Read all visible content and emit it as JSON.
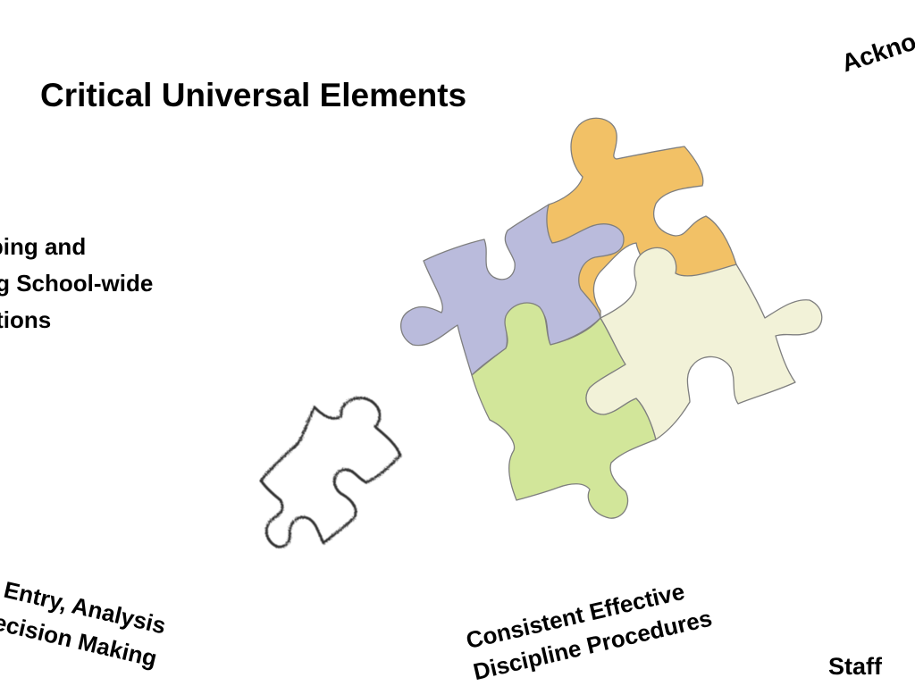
{
  "slide": {
    "title": "Critical Universal Elements",
    "labels": {
      "acknowledgement": "Ackno",
      "expectations": [
        "oping and",
        "ing School-wide",
        "tations"
      ],
      "data": [
        "a Entry, Analysis",
        "Decision Making"
      ],
      "discipline": [
        "Consistent Effective",
        "Discipline Procedures"
      ],
      "staff": "Staff"
    }
  },
  "colors": {
    "orange_piece": "#f2c166",
    "purple_piece": "#babbdc",
    "green_piece": "#d2e69a",
    "cream_piece": "#f2f2d8",
    "outline": "#7f7f7f",
    "loose_piece_outline": "#333333"
  },
  "icons": [
    "puzzle-piece-icon"
  ]
}
